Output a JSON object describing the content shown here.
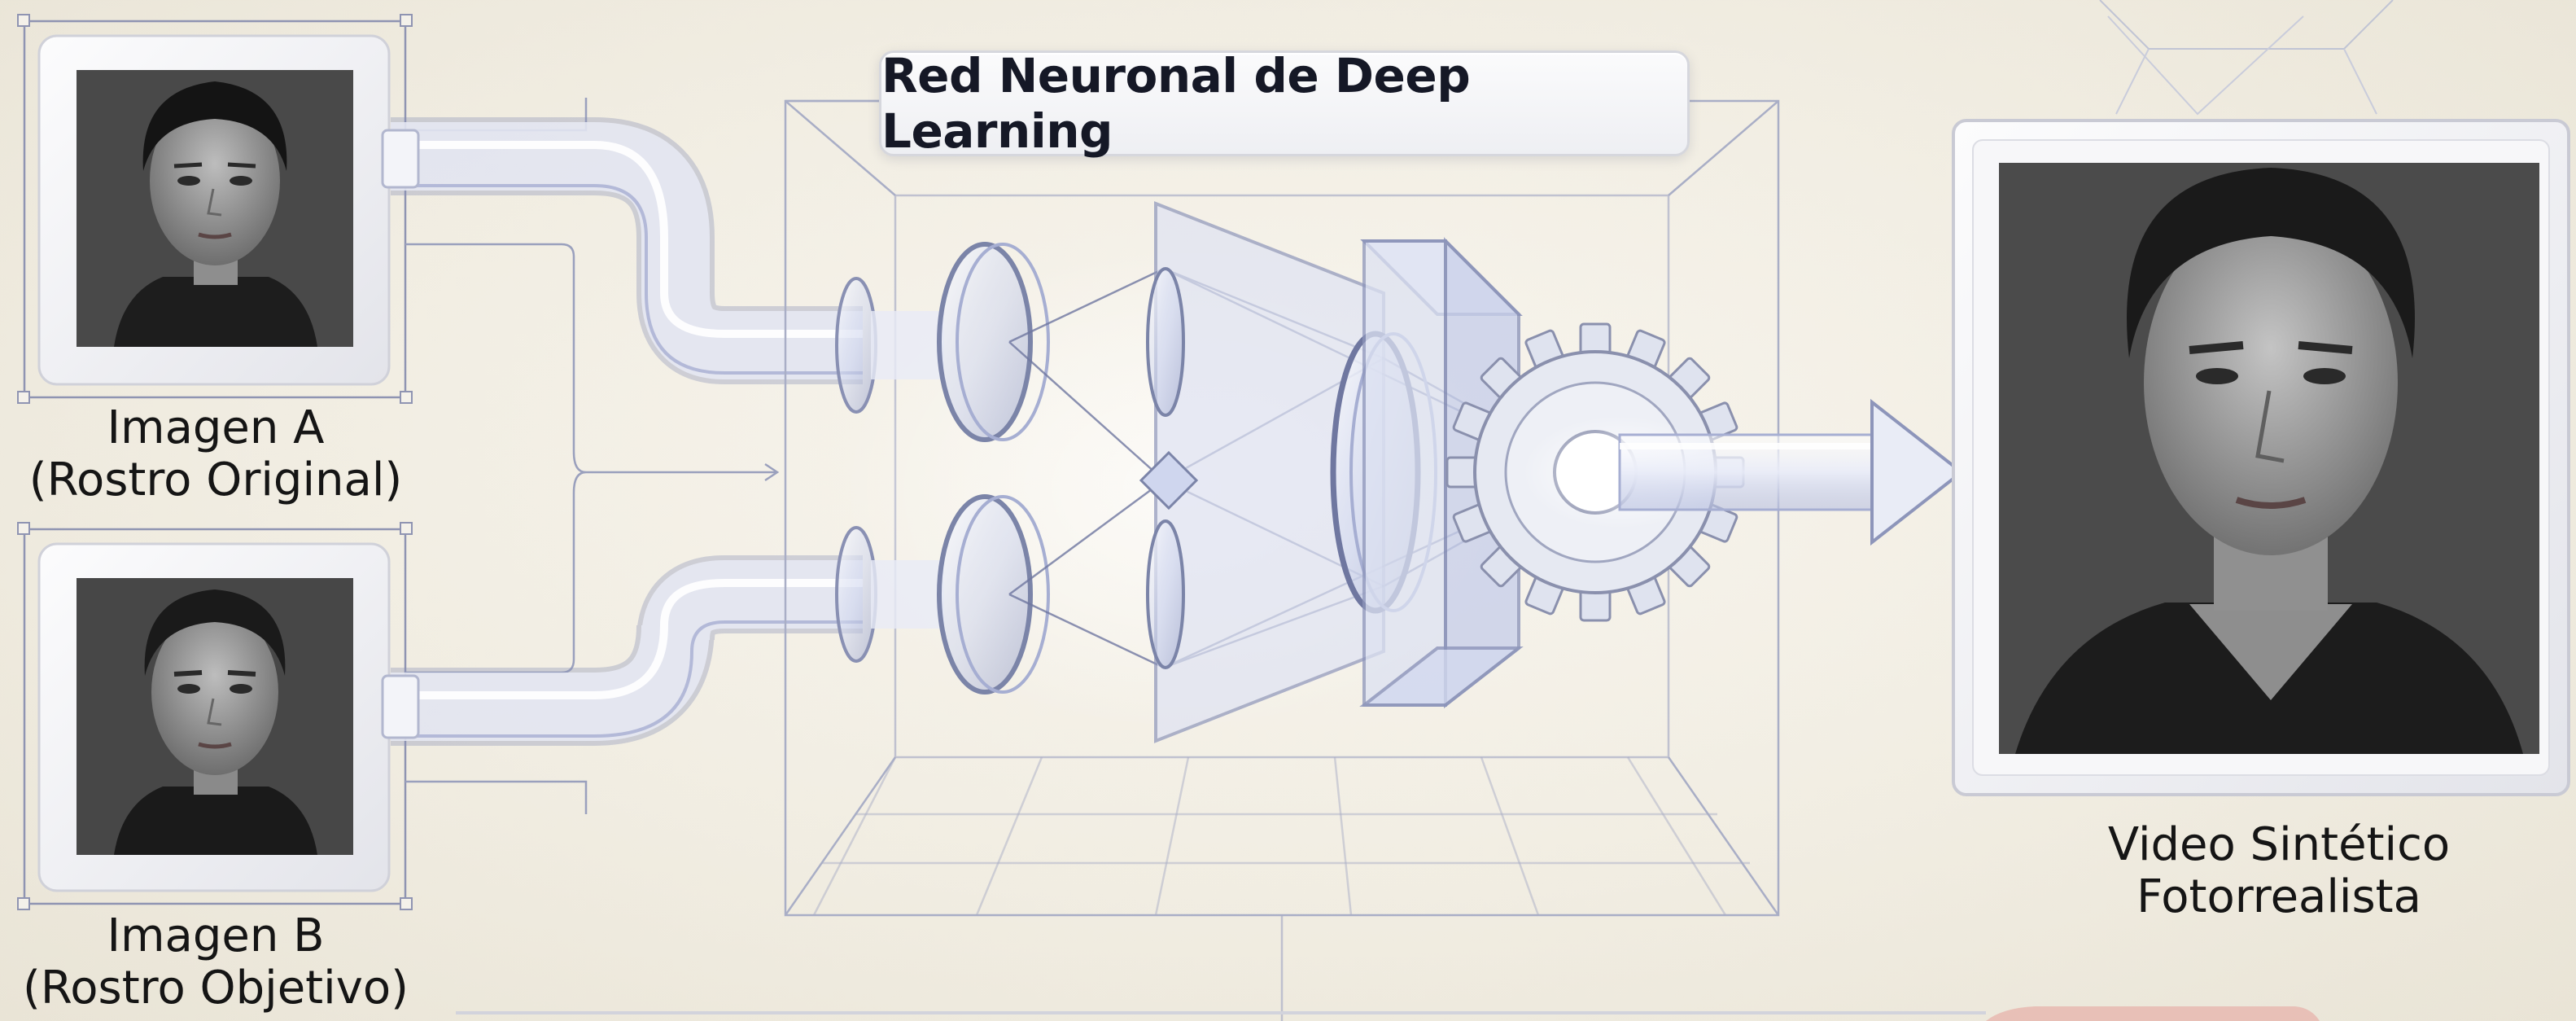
{
  "network": {
    "title": "Red Neuronal de Deep Learning"
  },
  "inputs": [
    {
      "label_line1": "Imagen A",
      "label_line2": "(Rostro Original)"
    },
    {
      "label_line1": "Imagen B",
      "label_line2": "(Rostro Objetivo)"
    }
  ],
  "output": {
    "label_line1": "Video Sintético",
    "label_line2": "Fotorrealista"
  },
  "colors": {
    "background": "#f3efe5",
    "glass": "#c9d1ec",
    "glass_edge": "#7b84a8",
    "wireframe": "#a9aec6",
    "text": "#151515"
  }
}
